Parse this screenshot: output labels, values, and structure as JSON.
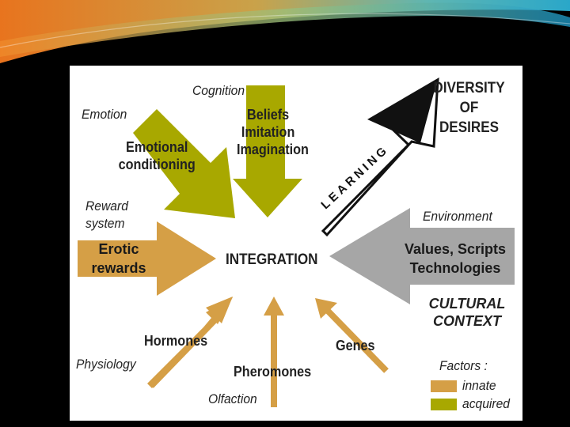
{
  "labels": {
    "cognition": "Cognition",
    "emotion": "Emotion",
    "beliefs": [
      "Beliefs",
      "Imitation",
      "Imagination"
    ],
    "emotional_conditioning": [
      "Emotional",
      "conditioning"
    ],
    "diversity": [
      "DIVERSITY",
      "OF",
      "DESIRES"
    ],
    "learning": "LEARNING",
    "reward_system": [
      "Reward",
      "system"
    ],
    "erotic_rewards": [
      "Erotic",
      "rewards"
    ],
    "integration": "INTEGRATION",
    "environment": "Environment",
    "values": [
      "Values, Scripts",
      "Technologies"
    ],
    "cultural_context": [
      "CULTURAL",
      "CONTEXT"
    ],
    "hormones": "Hormones",
    "physiology": "Physiology",
    "genes": "Genes",
    "pheromones": "Pheromones",
    "olfaction": "Olfaction"
  },
  "legend": {
    "title": "Factors :",
    "items": [
      {
        "label": "innate",
        "color": "#d59f46"
      },
      {
        "label": "acquired",
        "color": "#a8a800"
      }
    ]
  },
  "colors": {
    "innate": "#d59f46",
    "acquired": "#a8a800",
    "cultural": "#a6a6a6",
    "learning_arrow": "#111111"
  }
}
